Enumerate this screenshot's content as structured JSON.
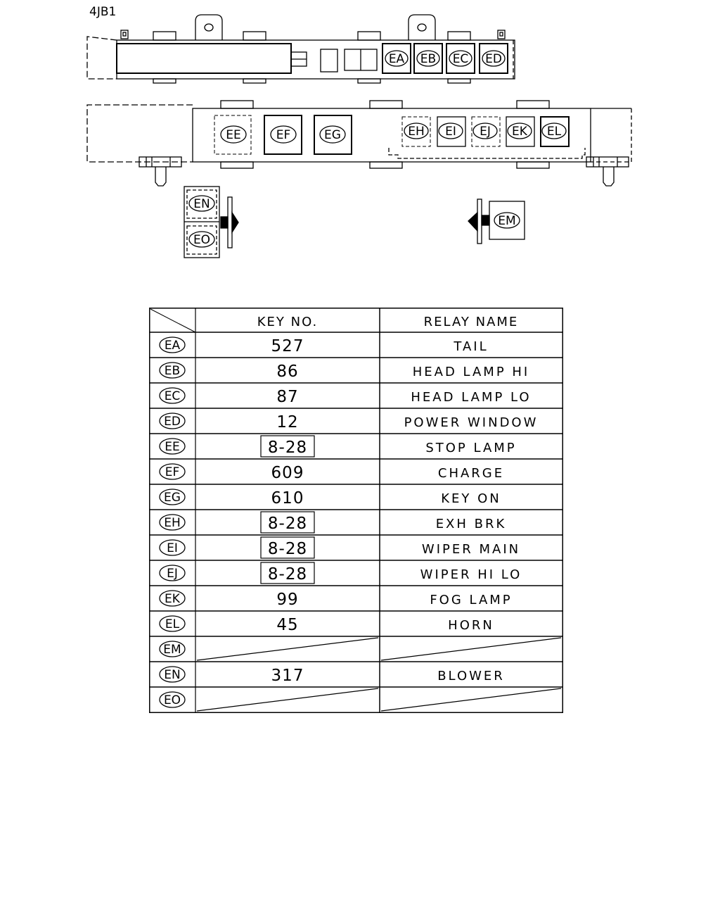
{
  "model_label": "4JB1",
  "table": {
    "headers": {
      "key": "KEY NO.",
      "relay": "RELAY NAME"
    },
    "rows": [
      {
        "id": "EA",
        "key": "527",
        "key_boxed": false,
        "relay": "TAIL"
      },
      {
        "id": "EB",
        "key": "86",
        "key_boxed": false,
        "relay": "HEAD LAMP HI"
      },
      {
        "id": "EC",
        "key": "87",
        "key_boxed": false,
        "relay": "HEAD LAMP LO"
      },
      {
        "id": "ED",
        "key": "12",
        "key_boxed": false,
        "relay": "POWER WINDOW"
      },
      {
        "id": "EE",
        "key": "8-28",
        "key_boxed": true,
        "relay": "STOP LAMP"
      },
      {
        "id": "EF",
        "key": "609",
        "key_boxed": false,
        "relay": "CHARGE"
      },
      {
        "id": "EG",
        "key": "610",
        "key_boxed": false,
        "relay": "KEY ON"
      },
      {
        "id": "EH",
        "key": "8-28",
        "key_boxed": true,
        "relay": "EXH BRK"
      },
      {
        "id": "EI",
        "key": "8-28",
        "key_boxed": true,
        "relay": "WIPER MAIN"
      },
      {
        "id": "EJ",
        "key": "8-28",
        "key_boxed": true,
        "relay": "WIPER HI LO"
      },
      {
        "id": "EK",
        "key": "99",
        "key_boxed": false,
        "relay": "FOG LAMP"
      },
      {
        "id": "EL",
        "key": "45",
        "key_boxed": false,
        "relay": "HORN"
      },
      {
        "id": "EM",
        "key": "",
        "key_boxed": false,
        "relay": ""
      },
      {
        "id": "EN",
        "key": "317",
        "key_boxed": false,
        "relay": "BLOWER"
      },
      {
        "id": "EO",
        "key": "",
        "key_boxed": false,
        "relay": ""
      }
    ]
  }
}
